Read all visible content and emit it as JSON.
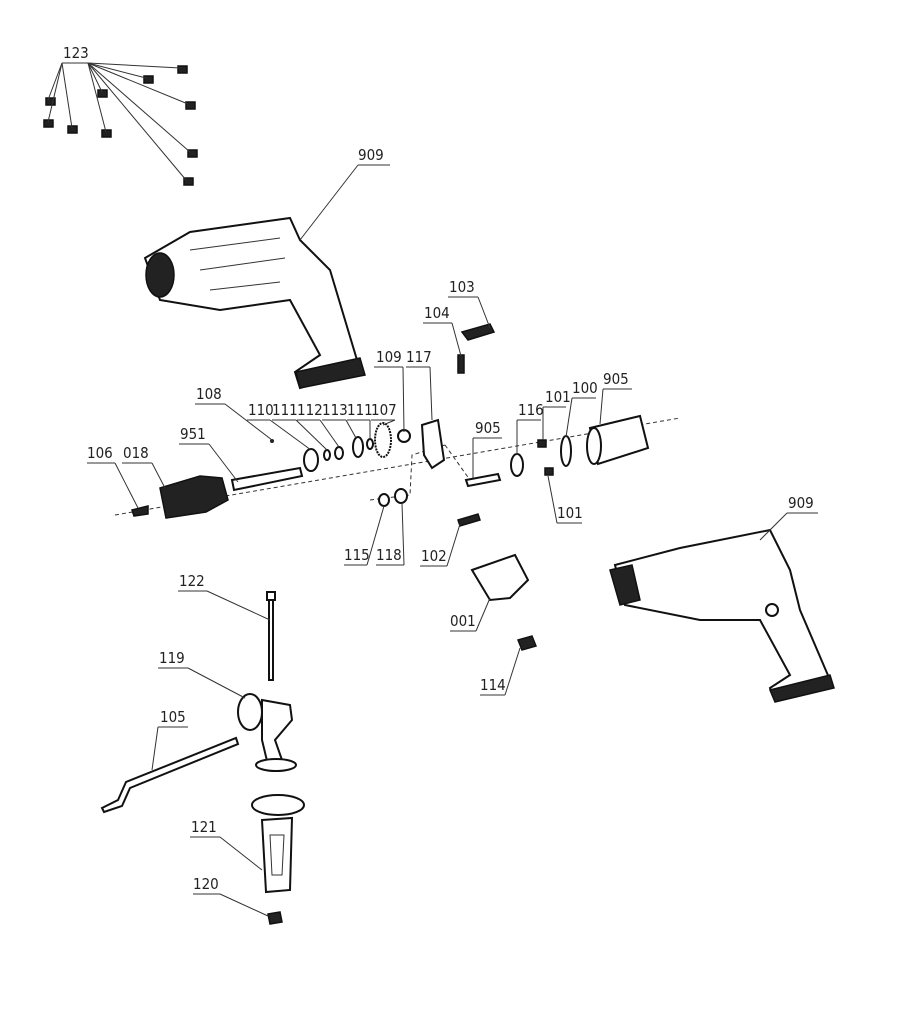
{
  "labels": [
    "123",
    "909",
    "103",
    "104",
    "109",
    "117",
    "108",
    "110",
    "111",
    "112",
    "113",
    "111",
    "107",
    "905",
    "116",
    "101",
    "100",
    "905",
    "106",
    "018",
    "951",
    "101",
    "115",
    "118",
    "102",
    "909",
    "122",
    "001",
    "119",
    "114",
    "105",
    "121",
    "120"
  ]
}
